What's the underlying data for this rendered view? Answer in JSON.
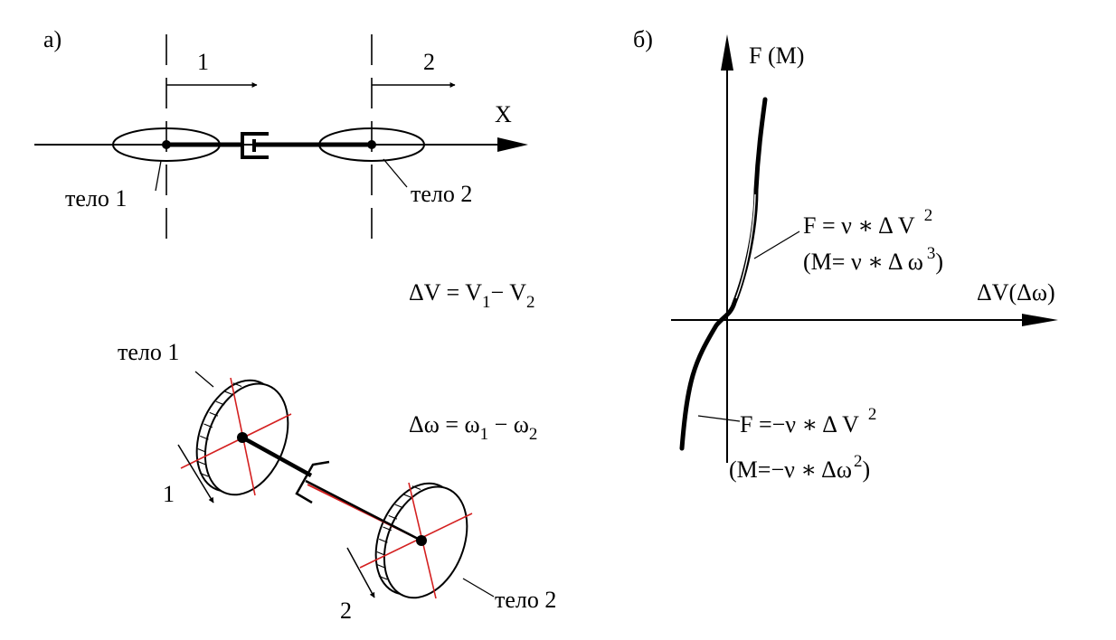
{
  "panel_a": {
    "label": "а)",
    "arrow1": "1",
    "arrow2": "2",
    "axis_x": "X",
    "body1": "тело 1",
    "body2": "тело 2",
    "dv_formula": {
      "lhs": "ΔV = V",
      "s1": "1",
      "mid": "− V",
      "s2": "2"
    },
    "rot_body1": "тело 1",
    "rot_body2": "тело 2",
    "rot_arrow1": "1",
    "rot_arrow2": "2",
    "dw_formula": {
      "lhs": "Δω = ω",
      "s1": "1",
      "mid": " − ω",
      "s2": "2"
    }
  },
  "panel_b": {
    "label": "б)",
    "y_axis": "F (M)",
    "x_axis": "ΔV(Δω)",
    "pos_F": {
      "main": "F = ν ∗ Δ V",
      "exp": "2"
    },
    "pos_M": {
      "main": "(M= ν ∗ Δ ω",
      "exp": "3",
      "close": ")"
    },
    "neg_F": {
      "main": "F =−ν ∗ Δ V",
      "exp": "2"
    },
    "neg_M": {
      "main": "(M=−ν ∗ Δω",
      "exp": "2",
      "close": ")"
    }
  },
  "colors": {
    "ink": "#000000",
    "axle_red": "#d42020",
    "background": "#ffffff"
  }
}
